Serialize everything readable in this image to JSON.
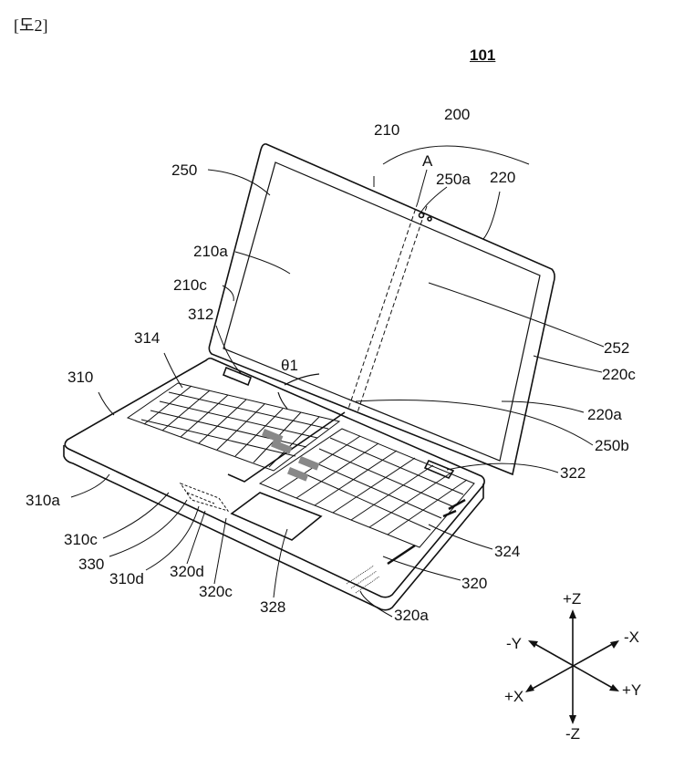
{
  "figure_label": "[도2]",
  "reference_number": "101",
  "labels": {
    "l200": "200",
    "l210": "210",
    "lA": "A",
    "l250a": "250a",
    "l220": "220",
    "l250": "250",
    "l210a": "210a",
    "l210c": "210c",
    "l312": "312",
    "l314": "314",
    "theta1": "θ1",
    "l310": "310",
    "l252": "252",
    "l220c": "220c",
    "l220a": "220a",
    "l250b": "250b",
    "l322": "322",
    "l310a": "310a",
    "l310c": "310c",
    "l330": "330",
    "l310d": "310d",
    "l320d": "320d",
    "l320c": "320c",
    "l328": "328",
    "l324": "324",
    "l320": "320",
    "l320a": "320a"
  },
  "axes": {
    "pz": "+Z",
    "nz": "-Z",
    "ny": "-Y",
    "py": "+Y",
    "nx": "-X",
    "px": "+X"
  }
}
